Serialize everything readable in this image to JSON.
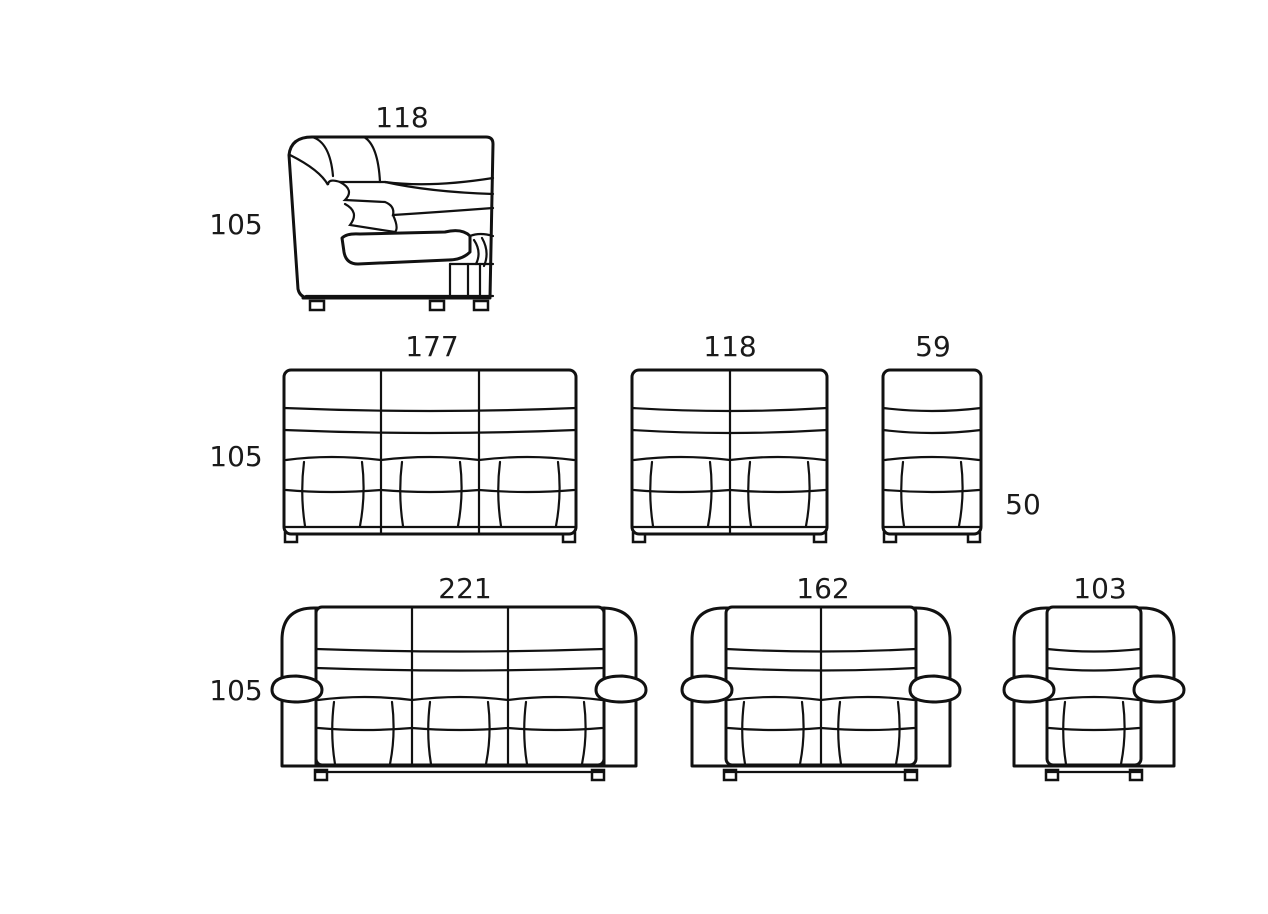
{
  "dimensions": {
    "corner_width": "118",
    "corner_height": "105",
    "module3_width": "177",
    "module2_width": "118",
    "module1_width": "59",
    "row2_height": "105",
    "seat_height": "50",
    "sofa3_width": "221",
    "sofa2_width": "162",
    "armchair_width": "103",
    "row3_height": "105"
  }
}
